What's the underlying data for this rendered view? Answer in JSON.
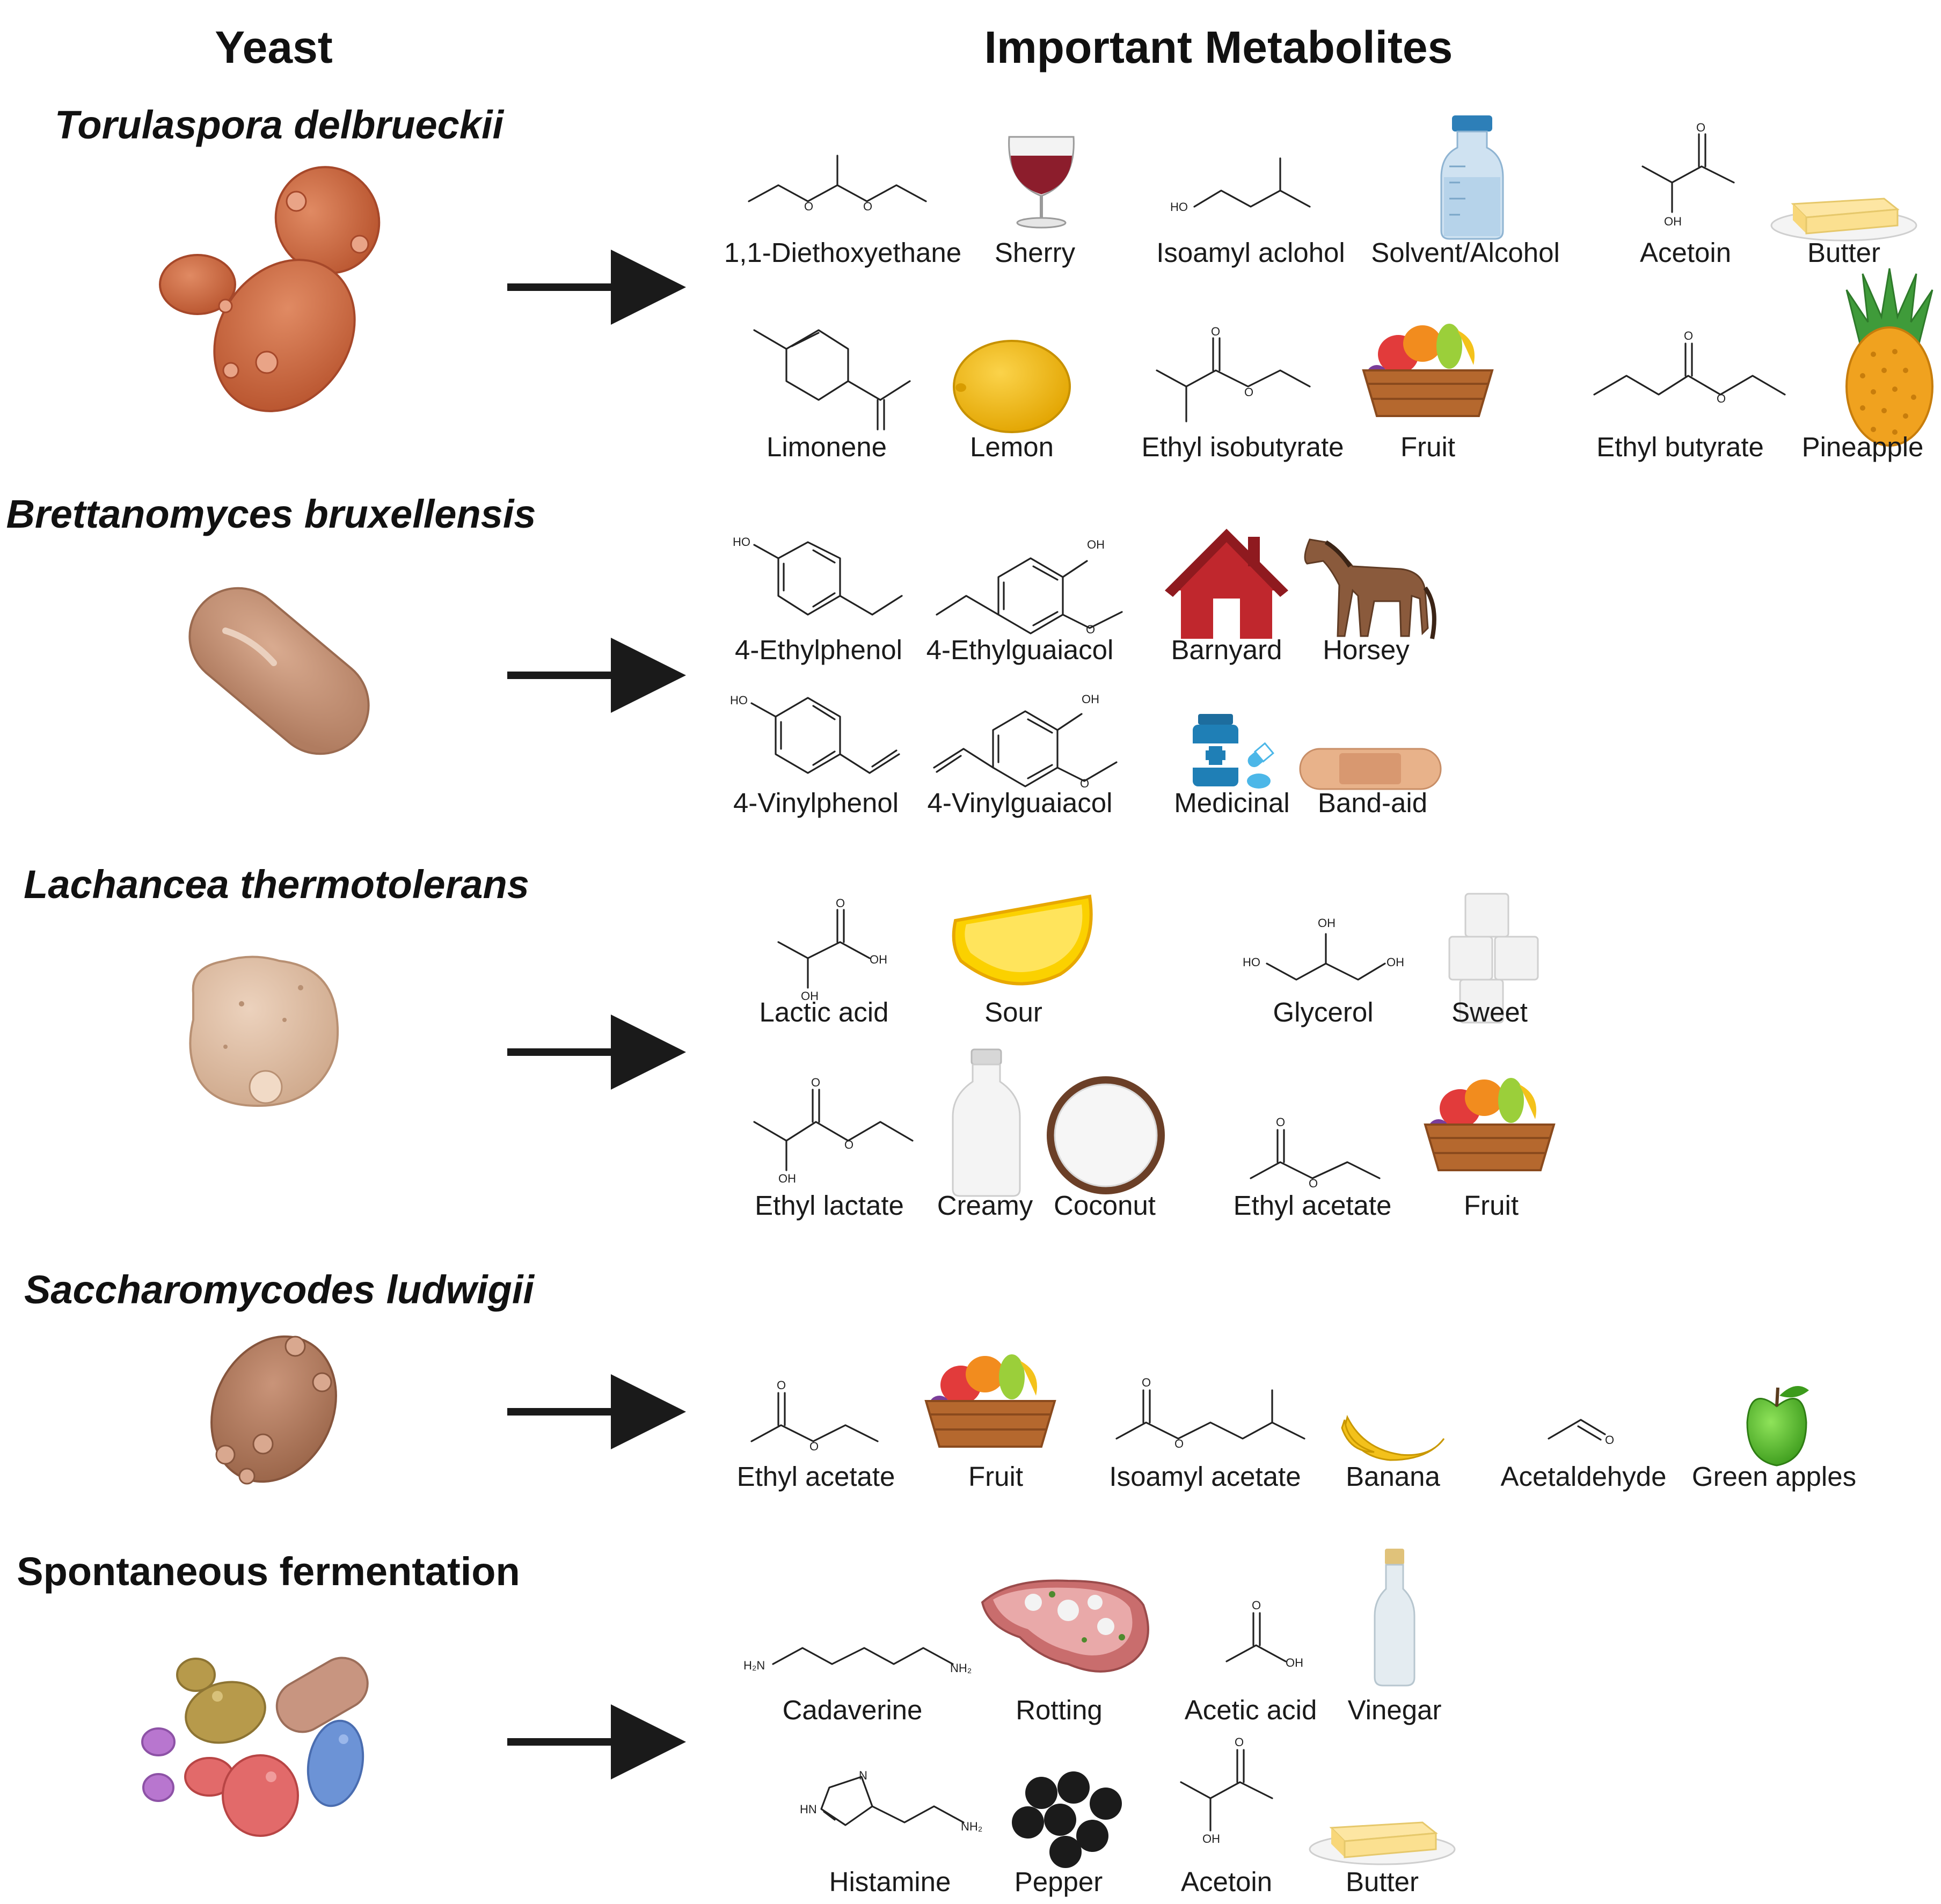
{
  "headers": {
    "yeast": "Yeast",
    "metabolites": "Important Metabolites"
  },
  "colors": {
    "arrow": "#1a1a1a",
    "text": "#1a1a1a"
  },
  "yeasts": [
    {
      "name": "Torulaspora delbrueckii",
      "italic": true,
      "cell_icon": "orange-yeast-cluster-icon",
      "items": [
        {
          "label": "1,1-Diethoxyethane",
          "icon": "diethoxyethane-structure-icon"
        },
        {
          "label": "Sherry",
          "icon": "wine-glass-icon"
        },
        {
          "label": "Isoamyl aclohol",
          "icon": "isoamyl-alcohol-structure-icon"
        },
        {
          "label": "Solvent/Alcohol",
          "icon": "bottle-icon"
        },
        {
          "label": "Acetoin",
          "icon": "acetoin-structure-icon"
        },
        {
          "label": "Butter",
          "icon": "butter-icon"
        },
        {
          "label": "Limonene",
          "icon": "limonene-structure-icon"
        },
        {
          "label": "Lemon",
          "icon": "lemon-icon"
        },
        {
          "label": "Ethyl isobutyrate",
          "icon": "ethyl-isobutyrate-structure-icon"
        },
        {
          "label": "Fruit",
          "icon": "fruit-basket-icon"
        },
        {
          "label": "Ethyl butyrate",
          "icon": "ethyl-butyrate-structure-icon"
        },
        {
          "label": "Pineapple",
          "icon": "pineapple-icon"
        }
      ]
    },
    {
      "name": "Brettanomyces bruxellensis",
      "italic": true,
      "cell_icon": "rod-yeast-cell-icon",
      "items": [
        {
          "label": "4-Ethylphenol",
          "icon": "ethylphenol-structure-icon"
        },
        {
          "label": "4-Ethylguaiacol",
          "icon": "ethylguaiacol-structure-icon"
        },
        {
          "label": "Barnyard",
          "icon": "barn-house-icon"
        },
        {
          "label": "Horsey",
          "icon": "horse-icon"
        },
        {
          "label": "4-Vinylphenol",
          "icon": "vinylphenol-structure-icon"
        },
        {
          "label": "4-Vinylguaiacol",
          "icon": "vinylguaiacol-structure-icon"
        },
        {
          "label": "Medicinal",
          "icon": "medicine-bottle-icon"
        },
        {
          "label": "Band-aid",
          "icon": "band-aid-icon"
        }
      ]
    },
    {
      "name": "Lachancea thermotolerans",
      "italic": true,
      "cell_icon": "round-yeast-cell-icon",
      "items": [
        {
          "label": "Lactic acid",
          "icon": "lactic-acid-structure-icon"
        },
        {
          "label": "Sour",
          "icon": "lemon-slice-icon"
        },
        {
          "label": "Glycerol",
          "icon": "glycerol-structure-icon"
        },
        {
          "label": "Sweet",
          "icon": "sugar-cubes-icon"
        },
        {
          "label": "Ethyl lactate",
          "icon": "ethyl-lactate-structure-icon"
        },
        {
          "label": "Creamy",
          "icon": "milk-bottle-icon"
        },
        {
          "label": "Coconut",
          "icon": "coconut-icon"
        },
        {
          "label": "Ethyl acetate",
          "icon": "ethyl-acetate-structure-icon"
        },
        {
          "label": "Fruit",
          "icon": "fruit-basket-icon"
        }
      ]
    },
    {
      "name": "Saccharomycodes ludwigii",
      "italic": true,
      "cell_icon": "budding-yeast-cell-icon",
      "items": [
        {
          "label": "Ethyl acetate",
          "icon": "ethyl-acetate-structure-icon"
        },
        {
          "label": "Fruit",
          "icon": "fruit-basket-icon"
        },
        {
          "label": "Isoamyl acetate",
          "icon": "isoamyl-acetate-structure-icon"
        },
        {
          "label": "Banana",
          "icon": "banana-icon"
        },
        {
          "label": "Acetaldehyde",
          "icon": "acetaldehyde-structure-icon"
        },
        {
          "label": "Green apples",
          "icon": "green-apple-icon"
        }
      ]
    },
    {
      "name": "Spontaneous fermentation",
      "italic": false,
      "cell_icon": "mixed-yeast-cells-icon",
      "items": [
        {
          "label": "Cadaverine",
          "icon": "cadaverine-structure-icon"
        },
        {
          "label": "Rotting",
          "icon": "rotting-meat-icon"
        },
        {
          "label": "Acetic acid",
          "icon": "acetic-acid-structure-icon"
        },
        {
          "label": "Vinegar",
          "icon": "vinegar-bottle-icon"
        },
        {
          "label": "Histamine",
          "icon": "histamine-structure-icon"
        },
        {
          "label": "Pepper",
          "icon": "peppercorns-icon"
        },
        {
          "label": "Acetoin",
          "icon": "acetoin-structure-icon"
        },
        {
          "label": "Butter",
          "icon": "butter-icon"
        }
      ]
    }
  ],
  "atoms": {
    "hydroxyl": "OH",
    "hydroxyl_left": "HO",
    "oxygen": "O",
    "amine_left": "H₂N",
    "amine_right": "NH₂",
    "ring_nh": "HN",
    "ring_n": "N"
  }
}
